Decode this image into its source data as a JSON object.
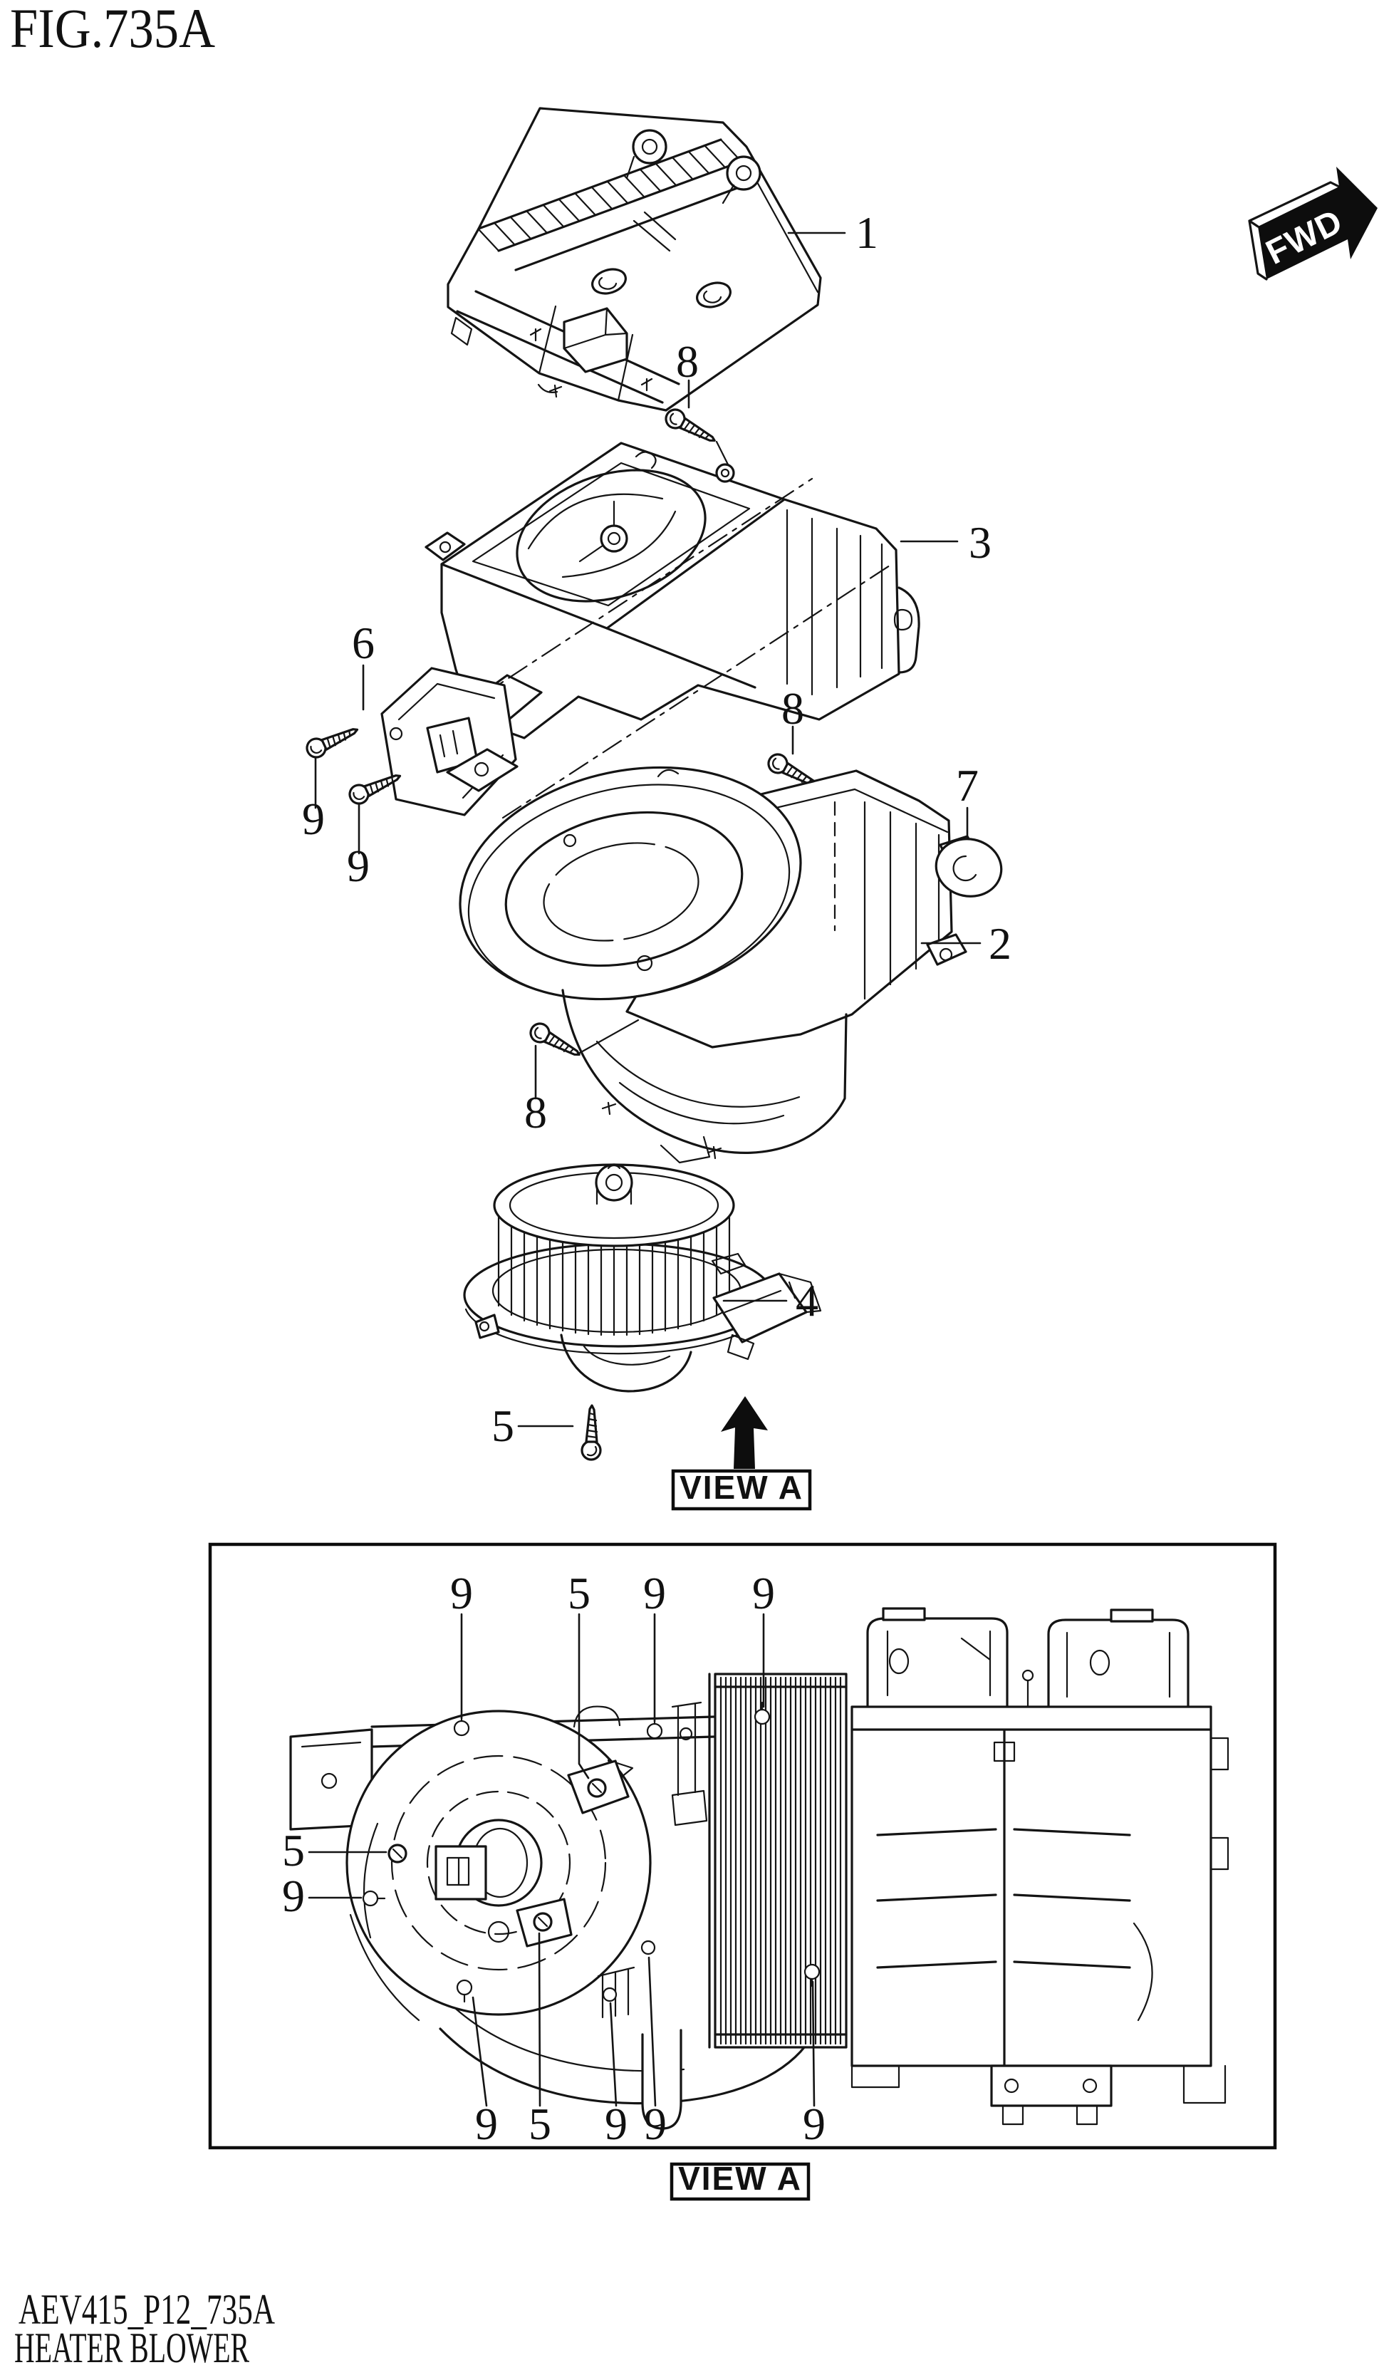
{
  "page": {
    "title": "FIG.735A"
  },
  "fwd_badge": {
    "label": "FWD"
  },
  "view_a": {
    "upper_label": "VIEW A",
    "lower_label": "VIEW A"
  },
  "footer": {
    "code": "AEV415_P12_735A",
    "name": "HEATER BLOWER"
  },
  "callouts": {
    "main": [
      {
        "part": "heater-case-upper",
        "label": "1"
      },
      {
        "part": "screw-top",
        "label": "8"
      },
      {
        "part": "case-middle",
        "label": "3"
      },
      {
        "part": "resistor",
        "label": "6"
      },
      {
        "part": "resistor-screw-1",
        "label": "9"
      },
      {
        "part": "resistor-screw-2",
        "label": "9"
      },
      {
        "part": "screw-mid",
        "label": "8"
      },
      {
        "part": "grommet",
        "label": "7"
      },
      {
        "part": "case-lower",
        "label": "2"
      },
      {
        "part": "screw-bottom",
        "label": "8"
      },
      {
        "part": "blower-motor",
        "label": "4"
      },
      {
        "part": "motor-screw",
        "label": "5"
      }
    ],
    "view_top": [
      {
        "label": "9"
      },
      {
        "label": "5"
      },
      {
        "label": "9"
      },
      {
        "label": "9"
      }
    ],
    "view_left": [
      {
        "label": "5"
      },
      {
        "label": "9"
      }
    ],
    "view_bottom": [
      {
        "label": "9"
      },
      {
        "label": "5"
      },
      {
        "label": "9"
      },
      {
        "label": "9"
      },
      {
        "label": "9"
      }
    ]
  }
}
